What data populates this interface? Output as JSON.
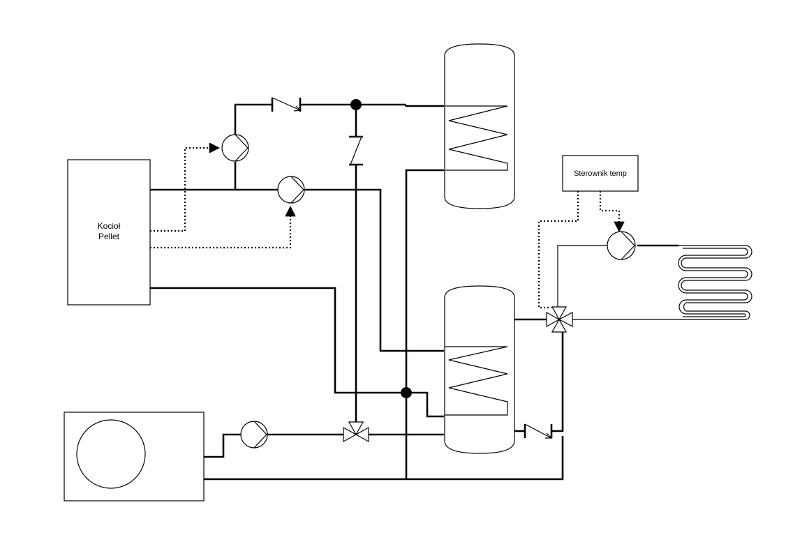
{
  "boiler": {
    "line1": "Kocioł",
    "line2": "Pellet"
  },
  "controller": {
    "label": "Sterownik temp"
  },
  "colors": {
    "line": "#000000",
    "background": "#ffffff"
  },
  "components": {
    "boiler": "box",
    "heat_pump": "box-with-circle",
    "upper_tank": "tank-with-coil",
    "lower_tank": "tank-with-coil",
    "floor_heating": "serpentine-loop",
    "pumps": [
      "circulation-pump-top",
      "circulation-pump-boiler",
      "circulation-pump-heat-pump",
      "circulation-pump-floor"
    ],
    "check_valves": [
      "check-valve-top",
      "check-valve-vertical",
      "check-valve-lower"
    ],
    "valves": [
      "three-way-valve",
      "four-way-mixing-valve"
    ],
    "junctions": [
      "junction-top",
      "junction-bottom"
    ]
  }
}
